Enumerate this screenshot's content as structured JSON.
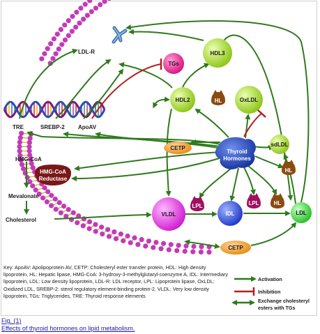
{
  "colors": {
    "activation": "#2f7a1c",
    "inhibition": "#b32020",
    "membrane": "#c23bb8",
    "membrane_tail": "#c9b400",
    "hdl": "#9ad11e",
    "vldl": "#e02de0",
    "idl": "#2545d8",
    "ldl": "#3bd43b",
    "tgs": "#e01b8c",
    "thyroid": "#1c3fb0",
    "cetp": "#f0921c",
    "hl": "#8a4a10",
    "lpl": "#a01060",
    "hmgcoa_reductase": "#7a1818",
    "receptor": "#3a6ea8"
  },
  "icons": {
    "receptor": "ldl-receptor-y-icon",
    "dna": "dna-helix-icon",
    "membrane": "phospholipid-membrane-icon"
  },
  "labels": {
    "ldlr": "LDL-R",
    "tre": "TRE",
    "srebp2": "SREBP-2",
    "apoav": "ApoAV",
    "hmgcoa": "HMG-CoA",
    "hmgcoa_reductase_line1": "HMG-CoA",
    "hmgcoa_reductase_line2": "Reductase",
    "mevalonate": "Mevalonate",
    "cholesterol": "Cholesterol"
  },
  "nodes": {
    "tgs": "TGs",
    "hdl3": "HDL3",
    "hdl2": "HDL2",
    "hl_top": "HL",
    "oxldl": "OxLDL",
    "sdldl": "sdLDL",
    "cetp_left": "CETP",
    "thyroid_line1": "Thyroid",
    "thyroid_line2": "Hormones",
    "hl_right": "HL",
    "lpl_left": "LPL",
    "lpl_right": "LPL",
    "hl_lower": "HL",
    "vldl": "VLDL",
    "idl": "IDL",
    "ldl": "LDL",
    "cetp_bottom": "CETP"
  },
  "key_text": "Key: ApoAV: Apolipoprotein AV, CETP: Cholesteryl ester transfer protein, HDL: High density lipoprotein, HL: Hepatic lipase, HMG-CoA: 3-hydroxy-3-methylglutaryl-coenzyme A, IDL: Intermediary lipoprotein, LDL: Low density lipoprotein, LDL-R: LDL receptor, LPL: Lipoprotein lipase, OxLDL: Oxidized LDL, SREBP-2: sterol regulatory element-binding protein-2, VLDL: Very low density lipoprotein, TGs: Triglycerides, TRE: Thyroid response elements",
  "legend": {
    "activation": "Activation",
    "inhibition": "Inhibition",
    "exchange_line1": "Exchange cholesteryl",
    "exchange_line2": "esters with TGs"
  },
  "caption": {
    "fig": "Fig. (1)",
    "title": "Effects of thyroid hormones on lipid metabolism."
  }
}
